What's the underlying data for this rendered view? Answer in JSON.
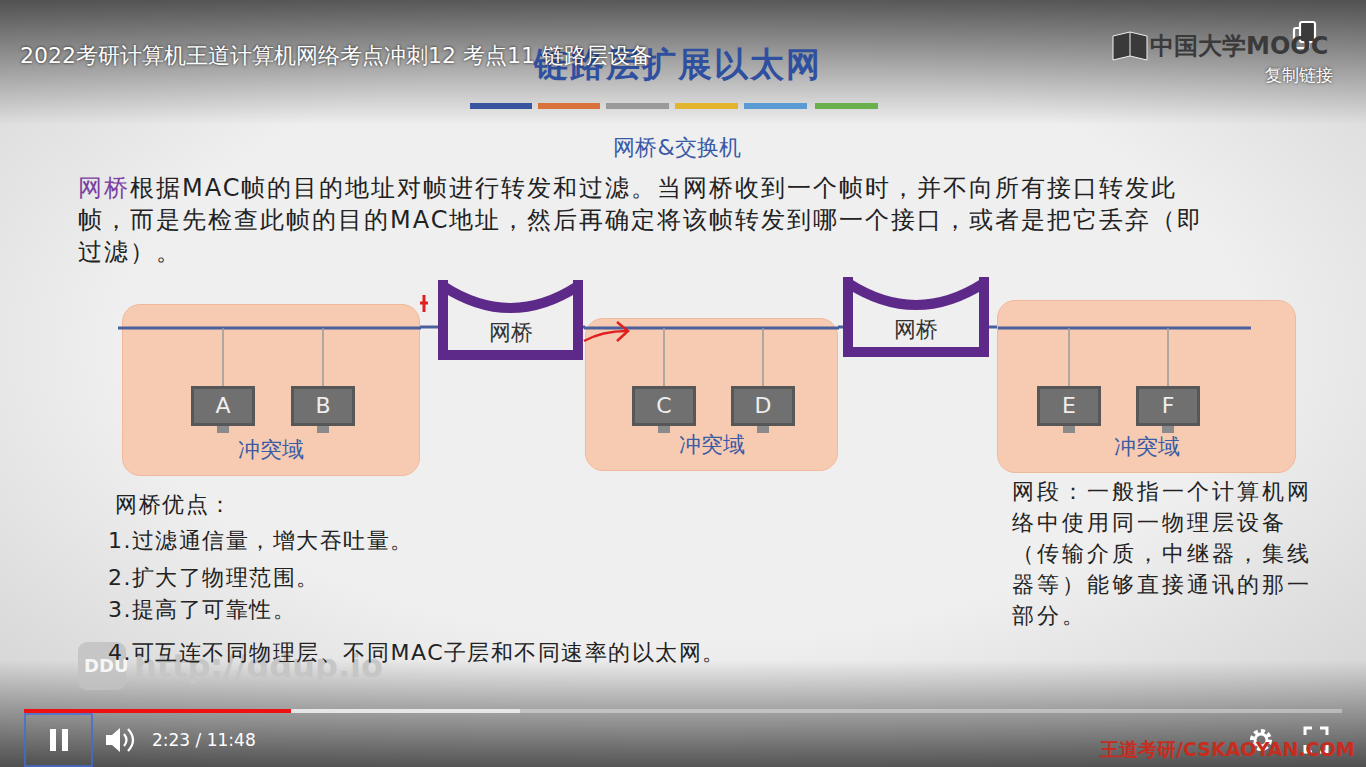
{
  "diagram": {
    "title": "链路层扩展以太网",
    "nodes": [
      {
        "text": [
          "冲突域"
        ]
      },
      {
        "text": [
          "A"
        ],
        "in": 0
      },
      {
        "text": [
          "B"
        ],
        "in": 0
      },
      {
        "text": [
          "网桥"
        ]
      },
      {
        "text": [
          "冲突域"
        ]
      },
      {
        "text": [
          "C"
        ],
        "in": 4
      },
      {
        "text": [
          "D"
        ],
        "in": 4
      },
      {
        "text": [
          "网桥"
        ]
      },
      {
        "text": [
          "冲突域"
        ]
      },
      {
        "text": [
          "E"
        ],
        "in": 8
      },
      {
        "text": [
          "F"
        ],
        "in": 8
      }
    ],
    "edges": [
      {
        "from": 0,
        "to": 3,
        "arrow": "none"
      },
      {
        "from": 3,
        "to": 4,
        "arrow": "none"
      },
      {
        "from": 4,
        "to": 7,
        "arrow": "none"
      },
      {
        "from": 7,
        "to": 8,
        "arrow": "none"
      }
    ],
    "labels": [
      "2022考研计算机王道计算机网络考点冲刺12 考点11 链路层设备",
      "中国大学MOOC",
      "复制链接",
      "网桥&交换机",
      "网桥",
      "根据MAC帧的目的地址对帧进行转发和过滤。当网桥收到一个帧时，并不向所有接口转发此帧，而是先检查此帧的目的MAC地址，然后再确定将该帧转发到哪一个接口，或者是把它丢弃（即过滤）。",
      "网桥优点：",
      "1.过滤通信量，增大吞吐量。",
      "2.扩大了物理范围。",
      "3.提高了可靠性。",
      "4.可互连不同物理层、不同MAC子层和不同速率的以太网。",
      "网段：一般指一个计算机网络中使用同一物理层设备（传输介质，中继器，集线器等）能够直接通讯的那一部分。",
      "DDU",
      "http://ddup.io",
      "2:23 / 11:48",
      "王道考研/CSKAOYAN.COM"
    ]
  }
}
